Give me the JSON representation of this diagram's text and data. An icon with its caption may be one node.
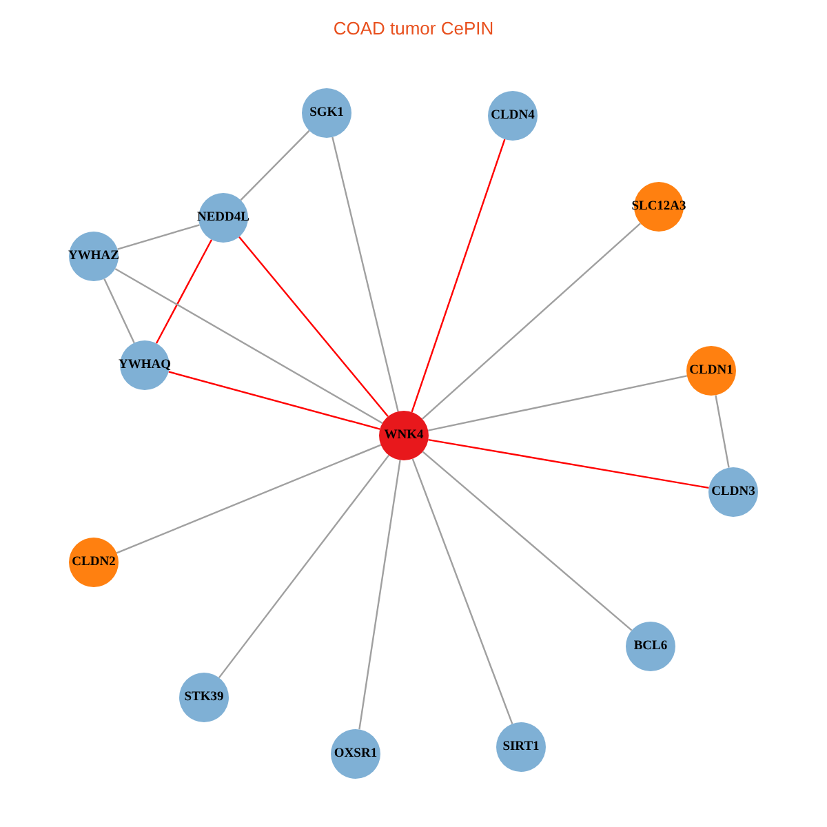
{
  "diagram": {
    "title": "COAD tumor CePIN",
    "nodes": [
      {
        "text": [
          "SGK1"
        ]
      },
      {
        "text": [
          "CLDN4"
        ]
      },
      {
        "text": [
          "NEDD4L"
        ]
      },
      {
        "text": [
          "SLC12A3"
        ]
      },
      {
        "text": [
          "YWHAZ"
        ]
      },
      {
        "text": [
          "YWHAQ"
        ]
      },
      {
        "text": [
          "CLDN1"
        ]
      },
      {
        "text": [
          "WNK4"
        ]
      },
      {
        "text": [
          "CLDN3"
        ]
      },
      {
        "text": [
          "CLDN2"
        ]
      },
      {
        "text": [
          "BCL6"
        ]
      },
      {
        "text": [
          "STK39"
        ]
      },
      {
        "text": [
          "OXSR1"
        ]
      },
      {
        "text": [
          "SIRT1"
        ]
      }
    ],
    "edges": [
      {
        "from": 0,
        "to": 2,
        "arrow": "none"
      },
      {
        "from": 0,
        "to": 7,
        "arrow": "none"
      },
      {
        "from": 1,
        "to": 7,
        "arrow": "none",
        "color": "#ff0000"
      },
      {
        "from": 2,
        "to": 4,
        "arrow": "none"
      },
      {
        "from": 2,
        "to": 5,
        "arrow": "none",
        "color": "#ff0000"
      },
      {
        "from": 2,
        "to": 7,
        "arrow": "none",
        "color": "#ff0000"
      },
      {
        "from": 3,
        "to": 7,
        "arrow": "none"
      },
      {
        "from": 4,
        "to": 5,
        "arrow": "none"
      },
      {
        "from": 4,
        "to": 7,
        "arrow": "none"
      },
      {
        "from": 5,
        "to": 7,
        "arrow": "none",
        "color": "#ff0000"
      },
      {
        "from": 6,
        "to": 7,
        "arrow": "none"
      },
      {
        "from": 6,
        "to": 8,
        "arrow": "none"
      },
      {
        "from": 7,
        "to": 8,
        "arrow": "none",
        "color": "#ff0000"
      },
      {
        "from": 9,
        "to": 7,
        "arrow": "none"
      },
      {
        "from": 10,
        "to": 7,
        "arrow": "none"
      },
      {
        "from": 11,
        "to": 7,
        "arrow": "none"
      },
      {
        "from": 12,
        "to": 7,
        "arrow": "none"
      },
      {
        "from": 13,
        "to": 7,
        "arrow": "none"
      }
    ]
  }
}
